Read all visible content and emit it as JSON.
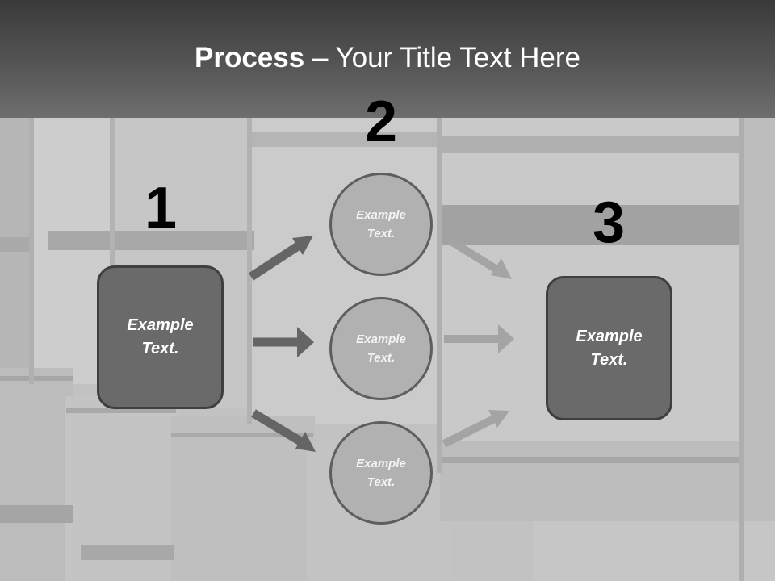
{
  "slide": {
    "title_bold": "Process",
    "title_rest": " – Your Title Text Here"
  },
  "steps": {
    "step1_number": "1",
    "step2_number": "2",
    "step3_number": "3"
  },
  "boxes": {
    "left_text": "Example Text.",
    "right_text": "Example Text."
  },
  "circles": {
    "top_text": "Example Text.",
    "middle_text": "Example Text.",
    "bottom_text": "Example Text."
  },
  "colors": {
    "title_band": "#555555",
    "box_fill": "#6a6a6a",
    "circle_fill": "#b1b1b1",
    "dark_arrow": "#656565",
    "light_arrow": "#a4a4a4"
  }
}
